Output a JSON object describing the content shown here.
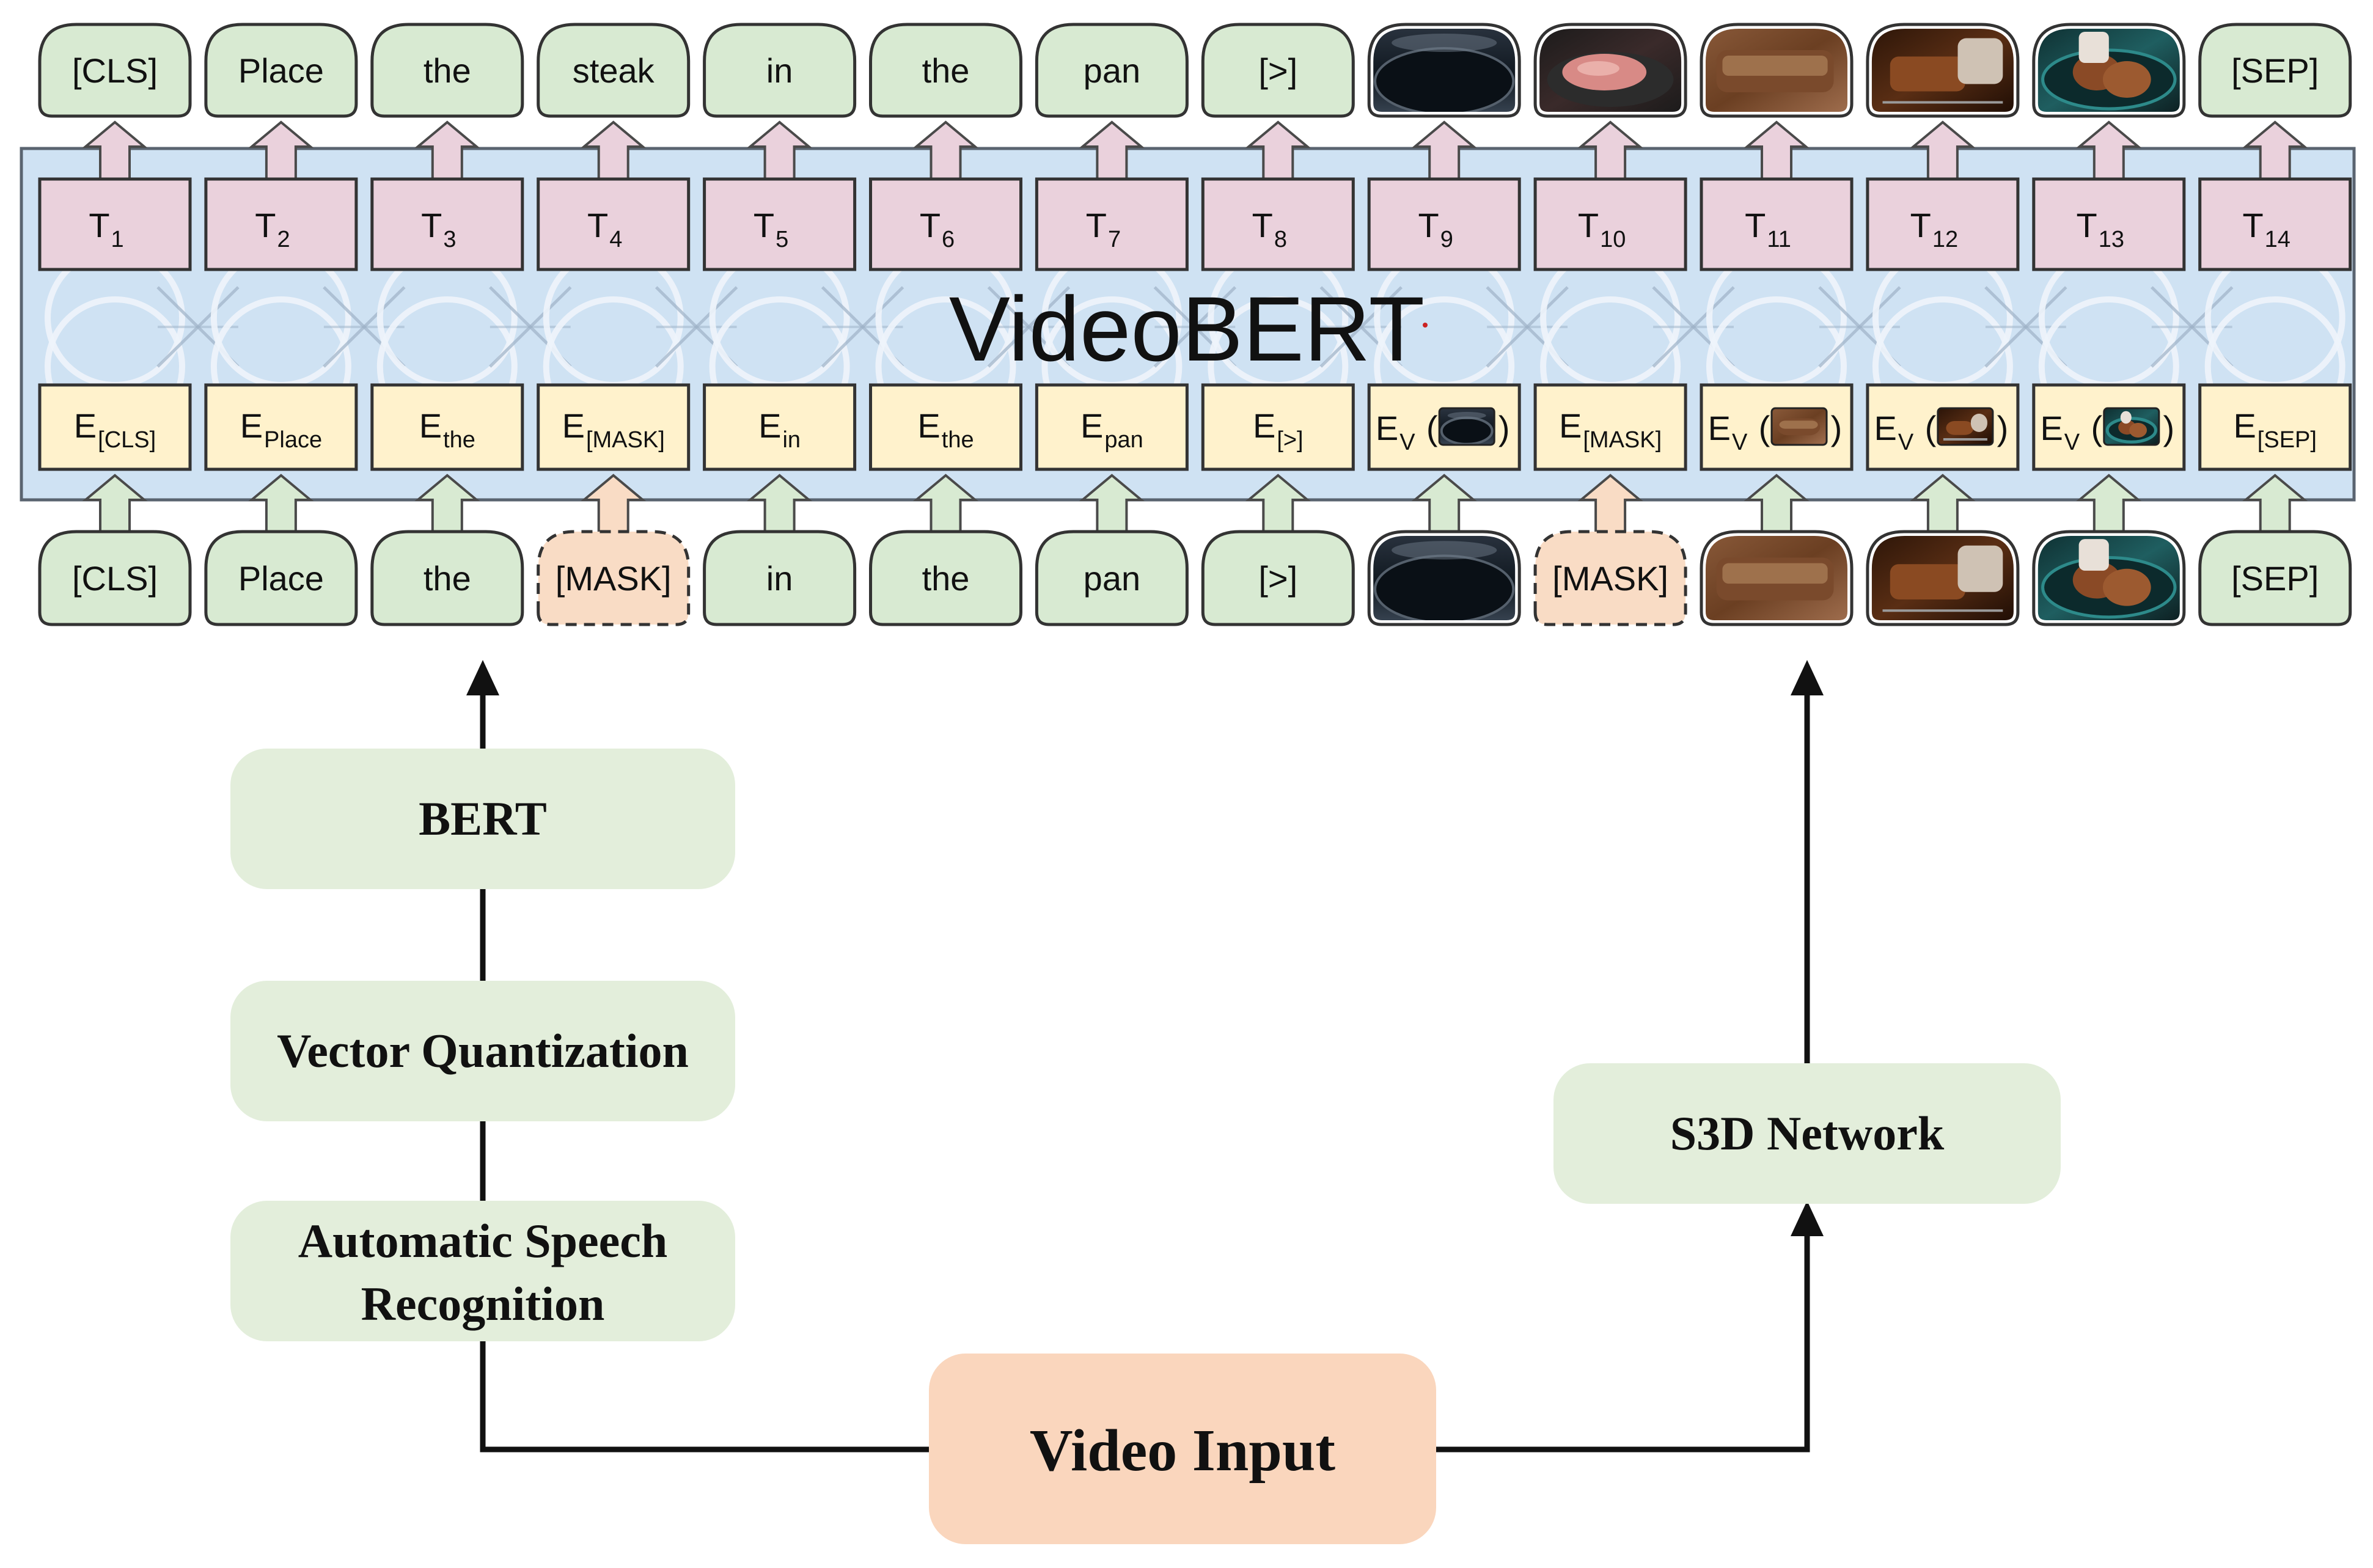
{
  "title": "VideoBERT",
  "output_tokens": [
    {
      "text": "[CLS]"
    },
    {
      "text": "Place"
    },
    {
      "text": "the"
    },
    {
      "text": "steak"
    },
    {
      "text": "in"
    },
    {
      "text": "the"
    },
    {
      "text": "pan"
    },
    {
      "text": "[>]"
    },
    {
      "image": "video-frame-1"
    },
    {
      "image": "video-frame-2"
    },
    {
      "image": "video-frame-3"
    },
    {
      "image": "video-frame-4"
    },
    {
      "image": "video-frame-5"
    },
    {
      "text": "[SEP]"
    }
  ],
  "transformer_outputs": [
    {
      "base": "T",
      "sub": "1"
    },
    {
      "base": "T",
      "sub": "2"
    },
    {
      "base": "T",
      "sub": "3"
    },
    {
      "base": "T",
      "sub": "4"
    },
    {
      "base": "T",
      "sub": "5"
    },
    {
      "base": "T",
      "sub": "6"
    },
    {
      "base": "T",
      "sub": "7"
    },
    {
      "base": "T",
      "sub": "8"
    },
    {
      "base": "T",
      "sub": "9"
    },
    {
      "base": "T",
      "sub": "10"
    },
    {
      "base": "T",
      "sub": "11"
    },
    {
      "base": "T",
      "sub": "12"
    },
    {
      "base": "T",
      "sub": "13"
    },
    {
      "base": "T",
      "sub": "14"
    }
  ],
  "embeddings": [
    {
      "base": "E",
      "sub": "[CLS]"
    },
    {
      "base": "E",
      "sub": "Place"
    },
    {
      "base": "E",
      "sub": "the"
    },
    {
      "base": "E",
      "sub": "[MASK]"
    },
    {
      "base": "E",
      "sub": "in"
    },
    {
      "base": "E",
      "sub": "the"
    },
    {
      "base": "E",
      "sub": "pan"
    },
    {
      "base": "E",
      "sub": "[>]"
    },
    {
      "base": "E",
      "sub": "V",
      "image": "video-frame-1"
    },
    {
      "base": "E",
      "sub": "[MASK]"
    },
    {
      "base": "E",
      "sub": "V",
      "image": "video-frame-3"
    },
    {
      "base": "E",
      "sub": "V",
      "image": "video-frame-4"
    },
    {
      "base": "E",
      "sub": "V",
      "image": "video-frame-5"
    },
    {
      "base": "E",
      "sub": "[SEP]"
    }
  ],
  "input_tokens": [
    {
      "text": "[CLS]"
    },
    {
      "text": "Place"
    },
    {
      "text": "the"
    },
    {
      "text": "[MASK]",
      "masked": true
    },
    {
      "text": "in"
    },
    {
      "text": "the"
    },
    {
      "text": "pan"
    },
    {
      "text": "[>]"
    },
    {
      "image": "video-frame-1"
    },
    {
      "text": "[MASK]",
      "masked": true
    },
    {
      "image": "video-frame-3"
    },
    {
      "image": "video-frame-4"
    },
    {
      "image": "video-frame-5"
    },
    {
      "text": "[SEP]"
    }
  ],
  "pipeline": {
    "bert": "BERT",
    "vector_quantization": "Vector Quantization",
    "asr_line1": "Automatic Speech",
    "asr_line2": "Recognition",
    "s3d": "S3D Network",
    "video_input": "Video Input"
  },
  "colors": {
    "token_green": "#d8ead2",
    "token_orange": "#f9dcc5",
    "transformer_pink": "#ead1dc",
    "embedding_yellow": "#fff2cc",
    "panel_blue": "#cfe2f3",
    "process_green": "#e3eedb",
    "video_input_orange": "#fad6bd",
    "arrow_green": "#d8ead2",
    "arrow_pink": "#ead1dc",
    "arrow_orange": "#f9dcc5"
  }
}
